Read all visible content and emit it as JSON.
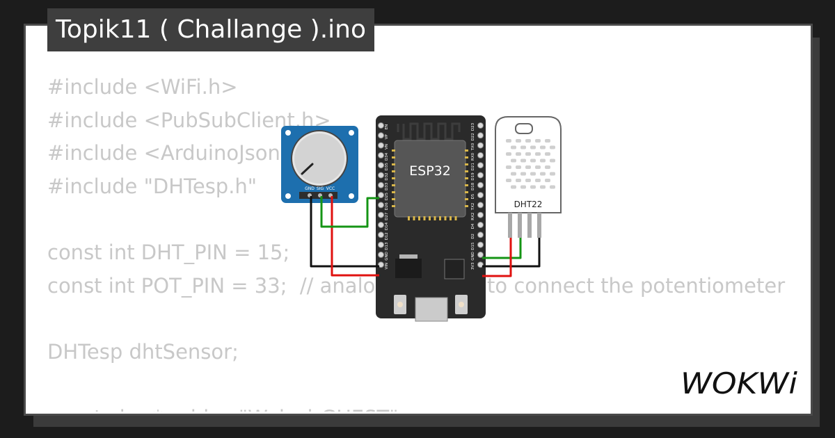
{
  "title": "Topik11 ( Challange ).ino",
  "code_lines": [
    "#include <WiFi.h>",
    "#include <PubSubClient.h>",
    "#include <ArduinoJson.h>",
    "#include \"DHTesp.h\"",
    "",
    "const int DHT_PIN = 15;",
    "const int POT_PIN = 33;  // analog pin used to connect the potentiometer",
    "",
    "DHTesp dhtSensor;",
    "",
    "const char* ssid = \"Wokwi-GUEST\";"
  ],
  "esp32": {
    "label": "ESP32",
    "left_pins": [
      "EN",
      "VP",
      "VN",
      "D34",
      "D35",
      "D32",
      "D33",
      "D25",
      "D26",
      "D27",
      "D14",
      "D12",
      "D13",
      "GND",
      "VIN"
    ],
    "right_pins": [
      "D23",
      "D22",
      "TX0",
      "RX0",
      "D21",
      "D19",
      "D18",
      "D5",
      "TX2",
      "RX2",
      "D4",
      "D2",
      "D15",
      "GND",
      "3V3"
    ]
  },
  "potentiometer": {
    "pins": [
      "GND",
      "SIG",
      "VCC"
    ]
  },
  "dht22": {
    "label": "DHT22"
  },
  "logo": {
    "text": "WOKWi"
  },
  "colors": {
    "wire_black": "#111111",
    "wire_red": "#e0110f",
    "wire_green": "#149414",
    "pot_board": "#1d6fae",
    "board": "#2a2a2a"
  }
}
